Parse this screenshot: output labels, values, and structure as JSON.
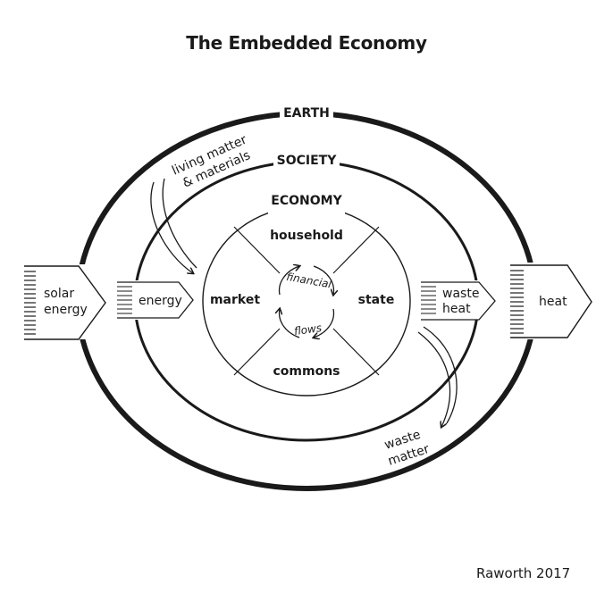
{
  "title": "The Embedded Economy",
  "source": "Raworth 2017",
  "rings": {
    "earth": "EARTH",
    "society": "SOCIETY",
    "economy": "ECONOMY"
  },
  "sectors": {
    "household": "household",
    "market": "market",
    "state": "state",
    "commons": "commons"
  },
  "flows": {
    "financial": "financial",
    "flows": "flows"
  },
  "inputs": {
    "solar_line1": "solar",
    "solar_line2": "energy",
    "energy": "energy",
    "living_line1": "living matter",
    "living_line2": "& materials"
  },
  "outputs": {
    "waste_heat_line1": "waste",
    "waste_heat_line2": "heat",
    "heat": "heat",
    "waste_matter_line1": "waste",
    "waste_matter_line2": "matter"
  },
  "colors": {
    "ink": "#1a1a1a",
    "background": "#ffffff"
  }
}
